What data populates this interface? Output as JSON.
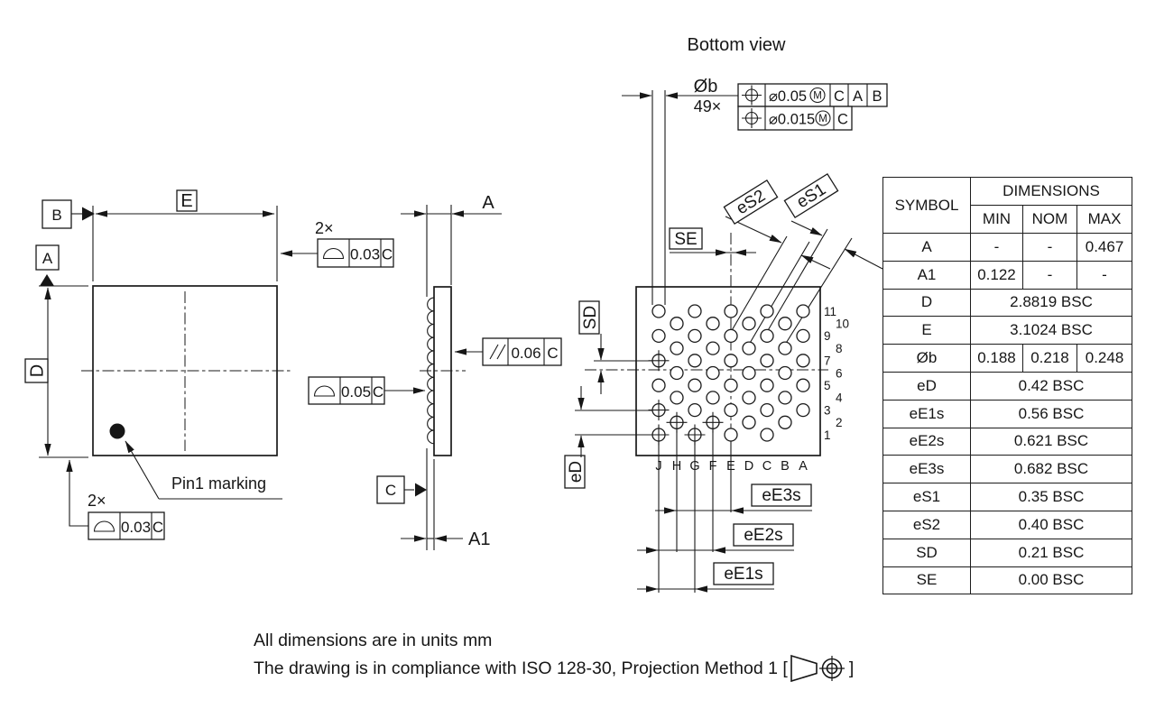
{
  "title": {
    "bottom_view": "Bottom view"
  },
  "notes": {
    "line1": "All dimensions are in units mm",
    "line2": "The drawing is in compliance with ISO 128-30, Projection Method 1 [",
    "bracket_close": "]"
  },
  "datums": {
    "a": "A",
    "b": "B",
    "c": "C"
  },
  "top_view": {
    "dim_e": "E",
    "dim_d": "D",
    "count_note": "2×",
    "pin1_label": "Pin1 marking",
    "profile_top": {
      "value": "0.03",
      "datum": "C"
    },
    "profile_bottom": {
      "value": "0.03",
      "datum": "C"
    }
  },
  "side_view": {
    "dim_a": "A",
    "dim_a1": "A1",
    "parallelism": {
      "value": "0.06",
      "datum": "C"
    },
    "profile": {
      "value": "0.05",
      "datum": "C"
    }
  },
  "bottom_view": {
    "ball_dia_label": "Øb",
    "ball_count": "49×",
    "fcf_row1": {
      "tol": "⌀0.05",
      "modifier": "M",
      "d1": "C",
      "d2": "A",
      "d3": "B"
    },
    "fcf_row2": {
      "tol": "⌀0.015",
      "modifier": "M",
      "d1": "C"
    },
    "dim_labels": {
      "se": "SE",
      "sd": "SD",
      "ed": "eD",
      "ee1s": "eE1s",
      "ee2s": "eE2s",
      "ee3s": "eE3s",
      "es1": "eS1",
      "es2": "eS2"
    },
    "columns": [
      "J",
      "H",
      "G",
      "F",
      "E",
      "D",
      "C",
      "B",
      "A"
    ],
    "row_numbers": [
      "11",
      "10",
      "9",
      "8",
      "7",
      "6",
      "5",
      "4",
      "3",
      "2",
      "1"
    ],
    "grid": {
      "odd_row_columns": [
        "J",
        "G",
        "E",
        "C",
        "A"
      ],
      "even_row_columns": [
        "H",
        "F",
        "D",
        "B"
      ],
      "missing_balls": [
        "A1"
      ],
      "datum_target_balls": [
        "J7",
        "J3",
        "J1",
        "H2",
        "G1",
        "F2"
      ],
      "total_balls": 49
    }
  },
  "table": {
    "header": {
      "symbol": "SYMBOL",
      "dimensions": "DIMENSIONS",
      "min": "MIN",
      "nom": "NOM",
      "max": "MAX"
    },
    "rows": [
      {
        "symbol": "A",
        "min": "-",
        "nom": "-",
        "max": "0.467"
      },
      {
        "symbol": "A1",
        "min": "0.122",
        "nom": "-",
        "max": "-"
      },
      {
        "symbol": "D",
        "span": "2.8819 BSC"
      },
      {
        "symbol": "E",
        "span": "3.1024 BSC"
      },
      {
        "symbol": "Øb",
        "min": "0.188",
        "nom": "0.218",
        "max": "0.248"
      },
      {
        "symbol": "eD",
        "span": "0.42 BSC"
      },
      {
        "symbol": "eE1s",
        "span": "0.56 BSC"
      },
      {
        "symbol": "eE2s",
        "span": "0.621 BSC"
      },
      {
        "symbol": "eE3s",
        "span": "0.682 BSC"
      },
      {
        "symbol": "eS1",
        "span": "0.35 BSC"
      },
      {
        "symbol": "eS2",
        "span": "0.40 BSC"
      },
      {
        "symbol": "SD",
        "span": "0.21 BSC"
      },
      {
        "symbol": "SE",
        "span": "0.00 BSC"
      }
    ]
  }
}
